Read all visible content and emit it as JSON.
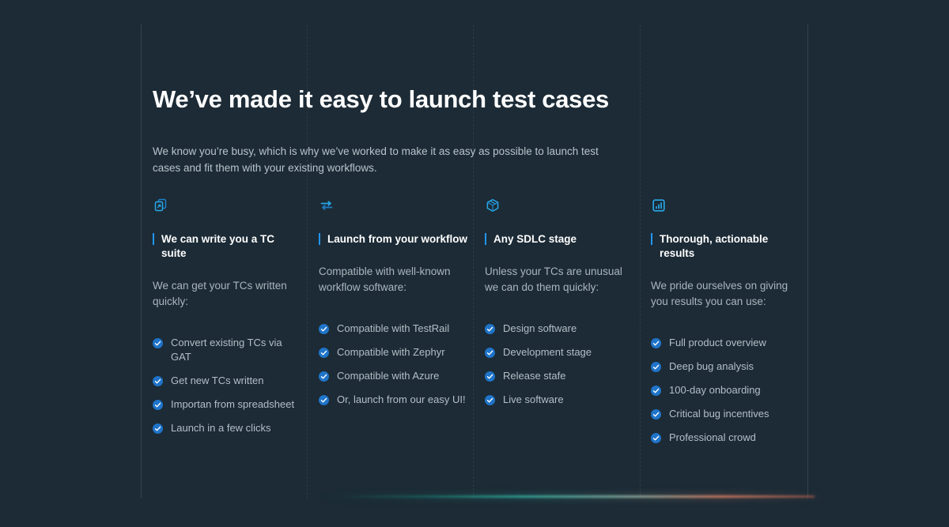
{
  "theme": {
    "background": "#1c2b36",
    "accent": "#2196f3",
    "heading_color": "#ffffff",
    "body_color": "#b9c4cc",
    "rail_solid": "#32434f",
    "rail_dashed": "#2b3b47",
    "glow_start": "#2ea091",
    "glow_end": "#c8785f"
  },
  "headline": "We’ve made it easy to launch test cases",
  "intro": "We know you’re busy, which is why we’ve worked to make it as easy as possible to launch test cases and fit them with your existing workflows.",
  "columns": [
    {
      "icon": "copy-clipboard-icon",
      "title": "We can write you a TC suite",
      "subtitle": "We can get your TCs written quickly:",
      "items": [
        "Convert existing TCs via GAT",
        "Get new TCs written",
        "Importan from spreadsheet",
        "Launch in a few clicks"
      ]
    },
    {
      "icon": "exchange-arrows-icon",
      "title": "Launch from your workflow",
      "subtitle": "Compatible with well-known workflow software:",
      "items": [
        "Compatible with TestRail",
        "Compatible with Zephyr",
        "Compatible with Azure",
        "Or, launch from our easy UI!"
      ]
    },
    {
      "icon": "cube-box-icon",
      "title": "Any SDLC stage",
      "subtitle": "Unless your TCs are unusual we can do them quickly:",
      "items": [
        "Design software",
        "Development stage",
        "Release stafe",
        "Live software"
      ]
    },
    {
      "icon": "bar-chart-square-icon",
      "title": "Thorough, actionable results",
      "subtitle": "We pride ourselves on giving you results you can use:",
      "items": [
        "Full product overview",
        "Deep bug analysis",
        "100-day onboarding",
        "Critical bug incentives",
        "Professional crowd"
      ]
    }
  ]
}
